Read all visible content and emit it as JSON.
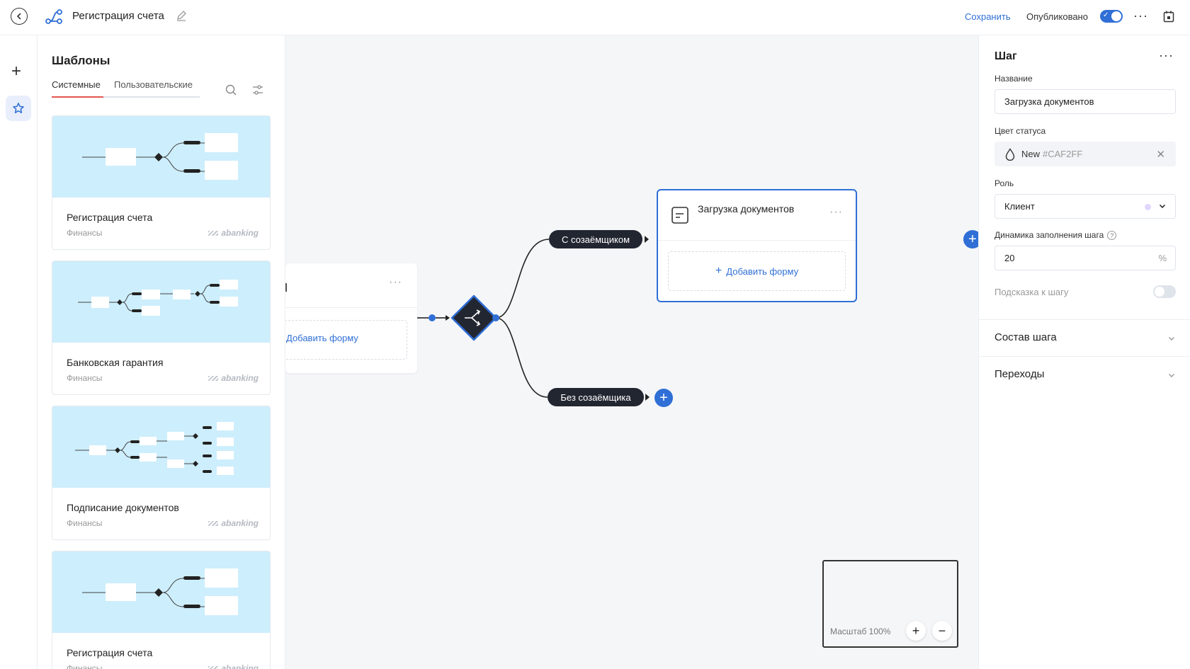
{
  "header": {
    "title": "Регистрация счета",
    "save_label": "Сохранить",
    "published_label": "Опубликовано"
  },
  "templates": {
    "title": "Шаблоны",
    "tabs": [
      {
        "label": "Системные",
        "active": true
      },
      {
        "label": "Пользовательские",
        "active": false
      }
    ],
    "cards": [
      {
        "name": "Регистрация счета",
        "category": "Финансы",
        "brand": "abanking"
      },
      {
        "name": "Банковская гарантия",
        "category": "Финансы",
        "brand": "abanking"
      },
      {
        "name": "Подписание документов",
        "category": "Финансы",
        "brand": "abanking"
      },
      {
        "name": "Регистрация счета",
        "category": "Финансы",
        "brand": "abanking"
      }
    ]
  },
  "canvas": {
    "partial_node": {
      "add_form_label": "Добавить форму"
    },
    "main_node": {
      "title": "Загрузка документов",
      "add_form_label": "Добавить форму"
    },
    "branches": [
      {
        "label": "С созаёмщиком"
      },
      {
        "label": "Без созаёмщика"
      }
    ],
    "scale_label": "Масштаб 100%"
  },
  "props": {
    "title": "Шаг",
    "name_label": "Название",
    "name_value": "Загрузка документов",
    "status_color_label": "Цвет статуса",
    "status_color_name": "New",
    "status_color_hex": "#CAF2FF",
    "role_label": "Роль",
    "role_value": "Клиент",
    "dynamics_label": "Динамика заполнения шага",
    "dynamics_value": "20",
    "dynamics_unit": "%",
    "hint_label": "Подсказка к шагу",
    "sections": [
      {
        "label": "Состав шага"
      },
      {
        "label": "Переходы"
      }
    ]
  },
  "colors": {
    "accent": "#2f6fd6",
    "tab_active": "#e4574e",
    "preview_bg": "#cdeefc",
    "node_dark": "#222631"
  }
}
